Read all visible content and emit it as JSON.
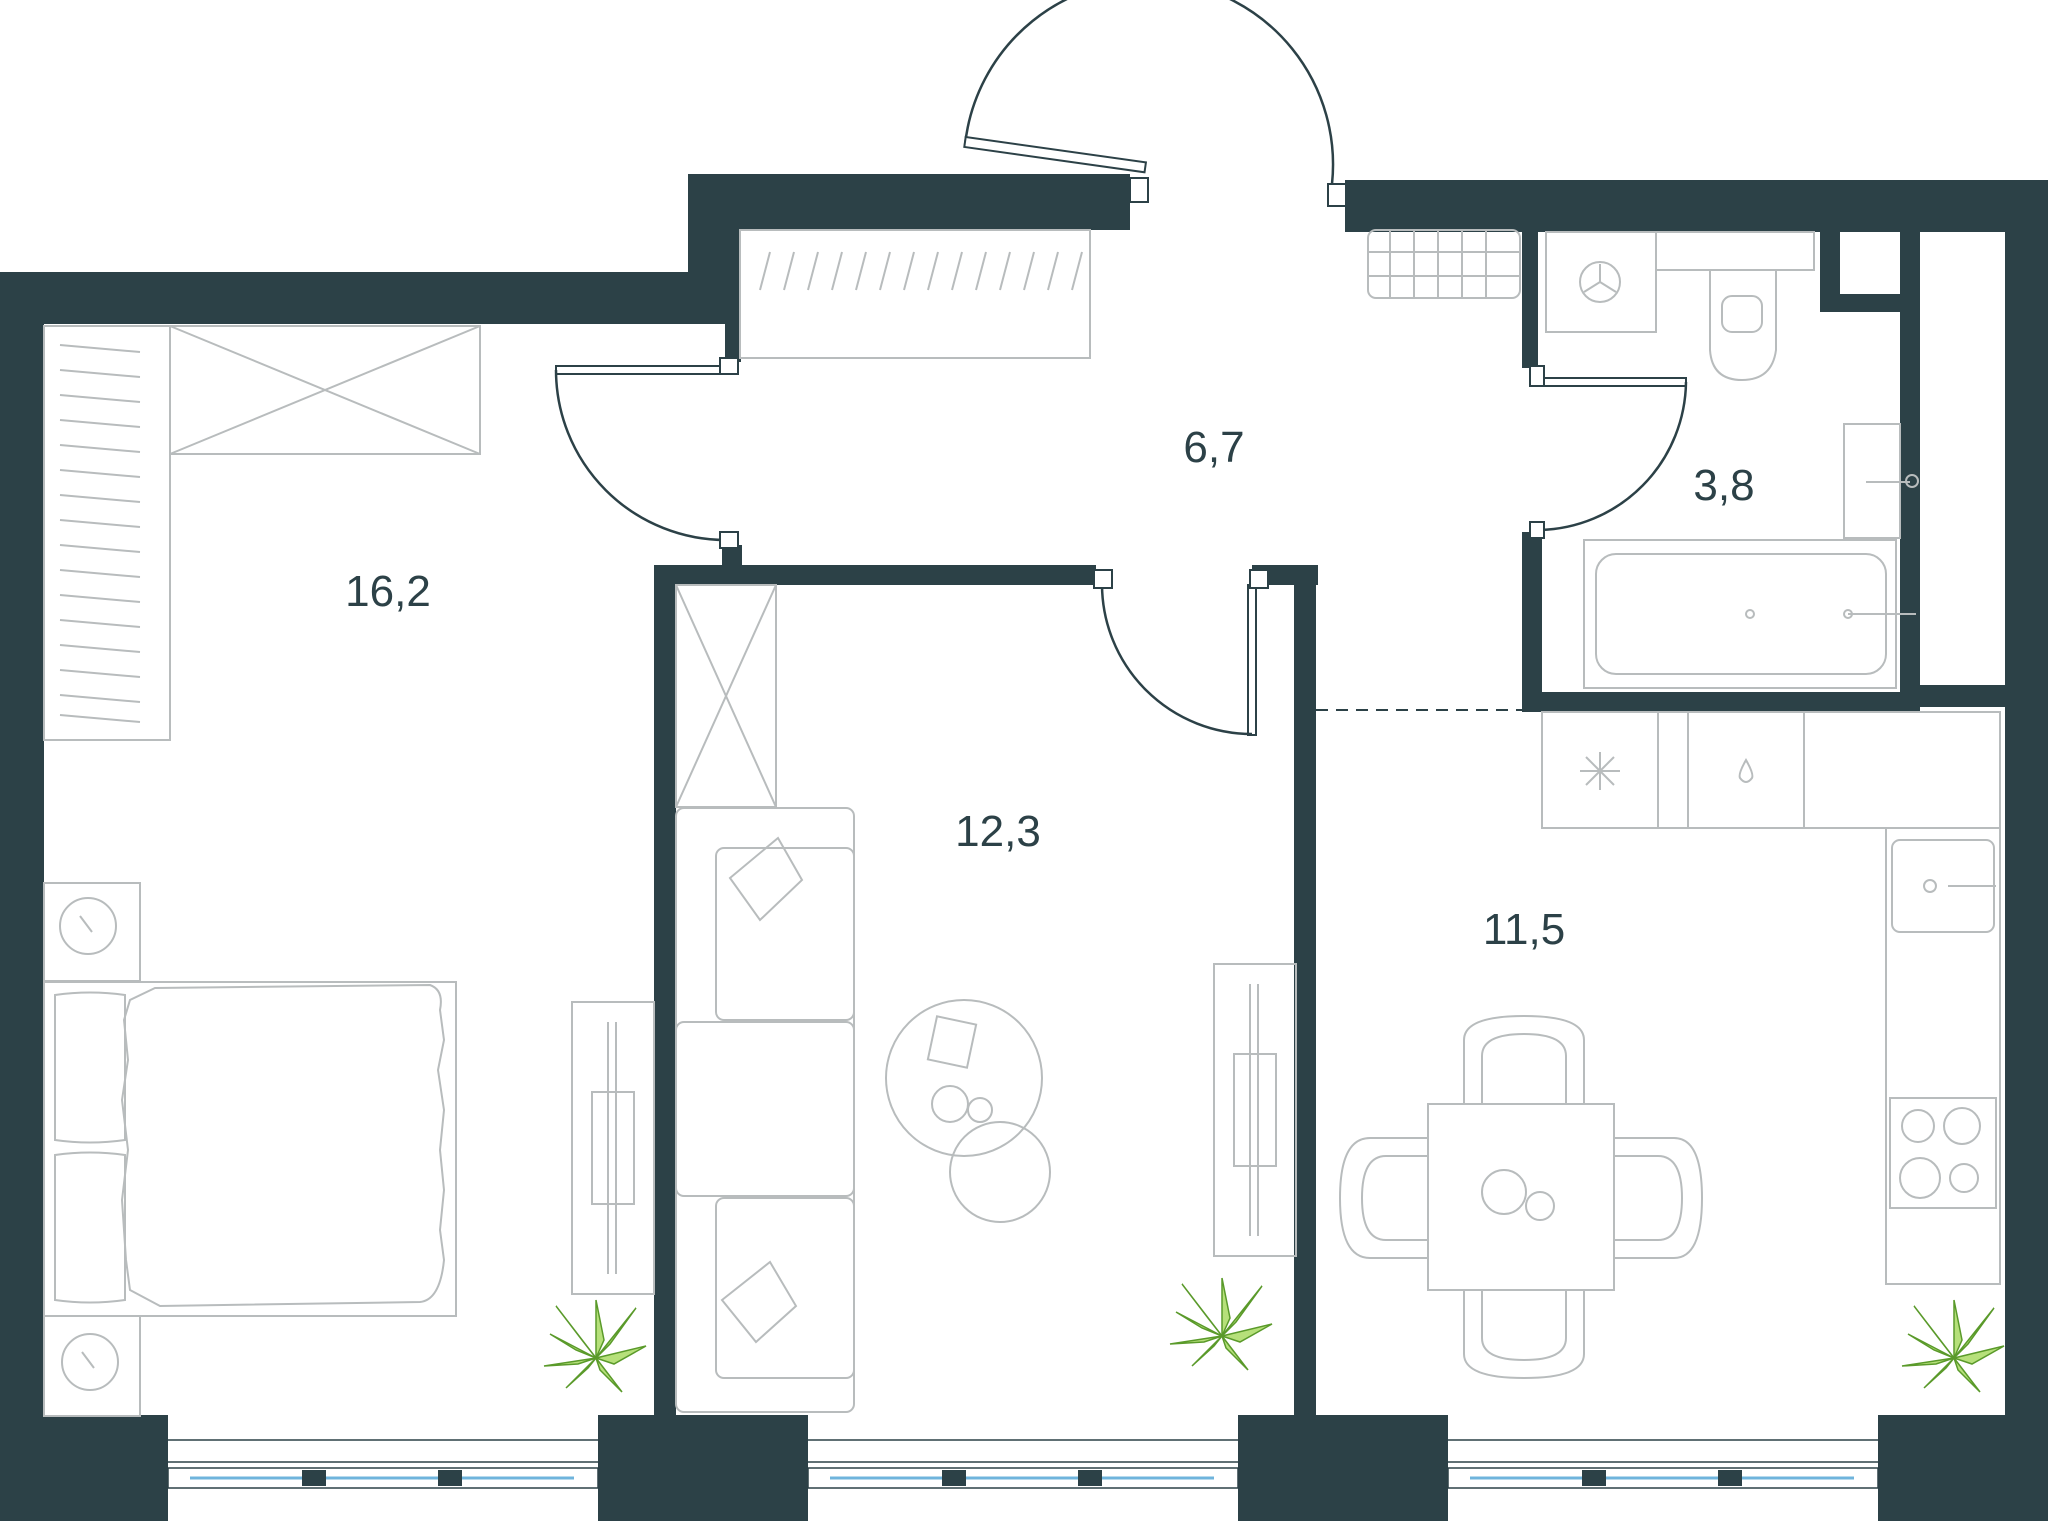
{
  "rooms": [
    {
      "id": "bedroom",
      "area": "16,2"
    },
    {
      "id": "hall",
      "area": "6,7"
    },
    {
      "id": "bathroom",
      "area": "3,8"
    },
    {
      "id": "living",
      "area": "12,3"
    },
    {
      "id": "kitchen",
      "area": "11,5"
    }
  ],
  "colors": {
    "wall": "#2c4147",
    "furniture": "#b8bcbd",
    "window_glass": "#6fb4dc",
    "plant": "#b6e07a"
  }
}
